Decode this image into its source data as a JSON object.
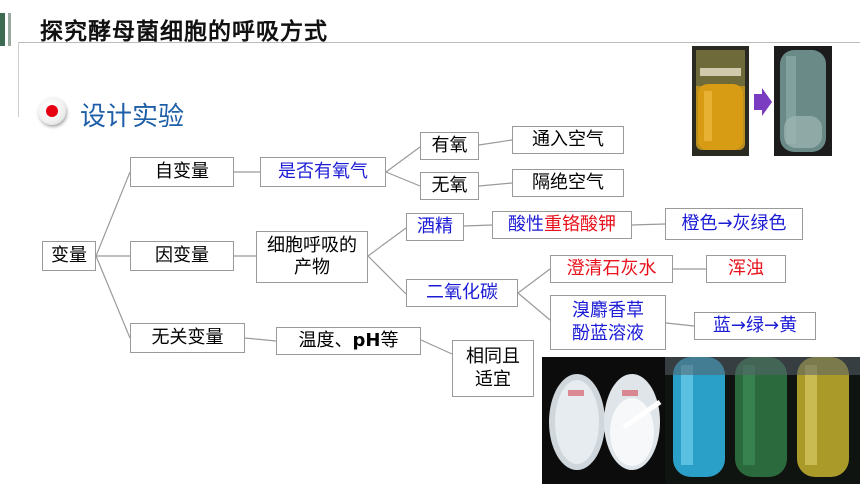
{
  "header": {
    "title": "探究酵母菌细胞的呼吸方式"
  },
  "section": {
    "title": "设计实验"
  },
  "tree": {
    "root": "变量",
    "independent": {
      "label": "自变量",
      "factor": "是否有氧气",
      "aerobic": "有氧",
      "aerobic_method": "通入空气",
      "anaerobic": "无氧",
      "anaerobic_method": "隔绝空气"
    },
    "dependent": {
      "label": "因变量",
      "product_line1": "细胞呼吸的",
      "product_line2": "产物",
      "alcohol": "酒精",
      "alcohol_reagent_a": "酸性",
      "alcohol_reagent_b": "重铬酸钾",
      "alcohol_color_from": "橙色",
      "alcohol_color_to": "灰绿色",
      "arrow": "→",
      "co2": "二氧化碳",
      "co2_reagent1": "澄清石灰水",
      "co2_result1": "浑浊",
      "co2_reagent2_line1": "溴麝香草",
      "co2_reagent2_line2": "酚蓝溶液",
      "co2_color1": "蓝",
      "co2_color2": "绿",
      "co2_color3": "黄"
    },
    "irrelevant": {
      "label": "无关变量",
      "factors_a": "温度、",
      "factors_b": "pH",
      "factors_c": "等",
      "requirement_line1": "相同且",
      "requirement_line2": "适宜"
    }
  },
  "photos": {
    "top_right": "orange-to-gray-green tube photo",
    "bottom_middle": "limewater beaker photo",
    "bottom_right": "blue-green-yellow tube photo"
  },
  "colors": {
    "accent_green": "#3d6b52",
    "subtitle_blue": "#1f5fa8",
    "text_blue": "#1c1cd6",
    "text_red": "#e8131d",
    "line_gray": "#9a9a9a"
  }
}
